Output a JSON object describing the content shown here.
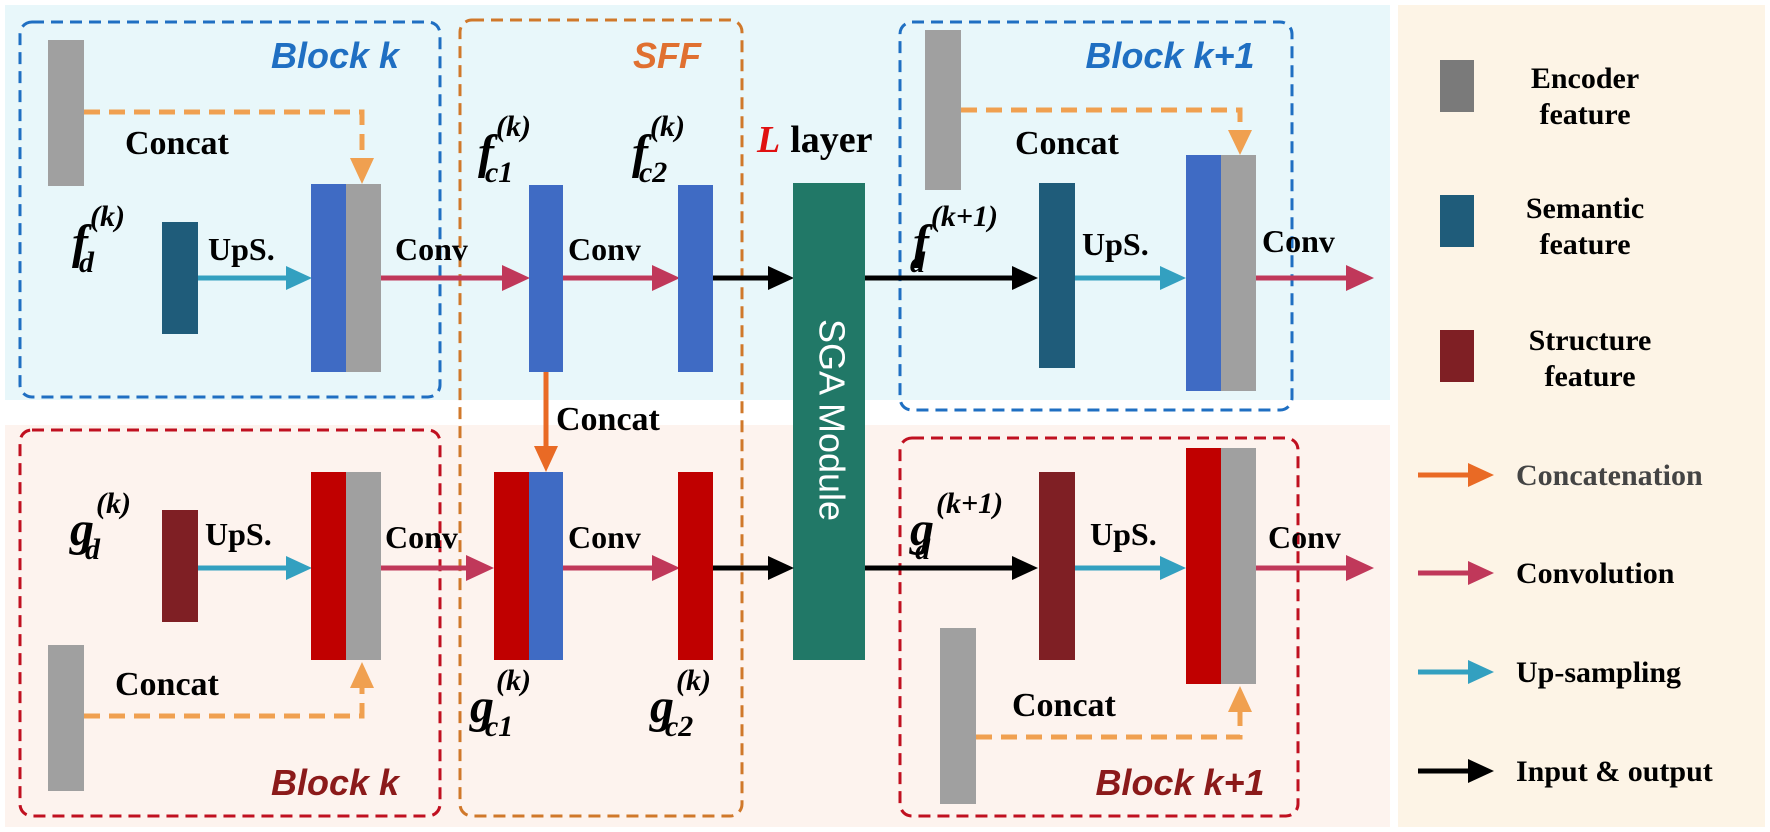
{
  "blocks": {
    "top_left_title": "Block k",
    "top_right_title": "Block k+1",
    "bottom_left_title": "Block k",
    "bottom_right_title": "Block k+1",
    "sff_title": "SFF",
    "l_letter": "L",
    "layer_word": "layer",
    "sga_module": "SGA Module"
  },
  "labels": {
    "concat": "Concat",
    "conv": "Conv",
    "ups": "UpS."
  },
  "math": {
    "f": "f",
    "g": "g",
    "sup_k": "(k)",
    "sup_k1": "(k+1)",
    "sub_d": "d",
    "sub_c1": "c1",
    "sub_c2": "c2"
  },
  "legend": {
    "encoder_line1": "Encoder",
    "encoder_line2": "feature",
    "semantic_line1": "Semantic",
    "semantic_line2": "feature",
    "structure_line1": "Structure",
    "structure_line2": "feature",
    "concatenation": "Concatenation",
    "convolution": "Convolution",
    "upsampling": "Up-sampling",
    "input_output": "Input & output"
  },
  "colors": {
    "encoder": "#a0a0a0",
    "semantic_dark": "#1f5c7a",
    "semantic_blue": "#3f6bc4",
    "structure_dark": "#7f1f24",
    "structure_red": "#c00000",
    "sga": "#217867",
    "concat_arrow": "#f0a050",
    "concat_legend": "#e96a25",
    "conv_arrow": "#c0385a",
    "ups_arrow": "#33a0c0",
    "io_arrow": "#000000",
    "top_bg": "#e8f7fa",
    "bottom_bg": "#fdf3ee",
    "legend_bg": "#fdf4e6",
    "block_blue": "#1f6fc2",
    "block_red": "#c01020",
    "sff": "#d0782a",
    "title_blue": "#1f6fc2",
    "title_red": "#8b1a1a",
    "title_sff": "#e07030",
    "l_red": "#e01010"
  }
}
